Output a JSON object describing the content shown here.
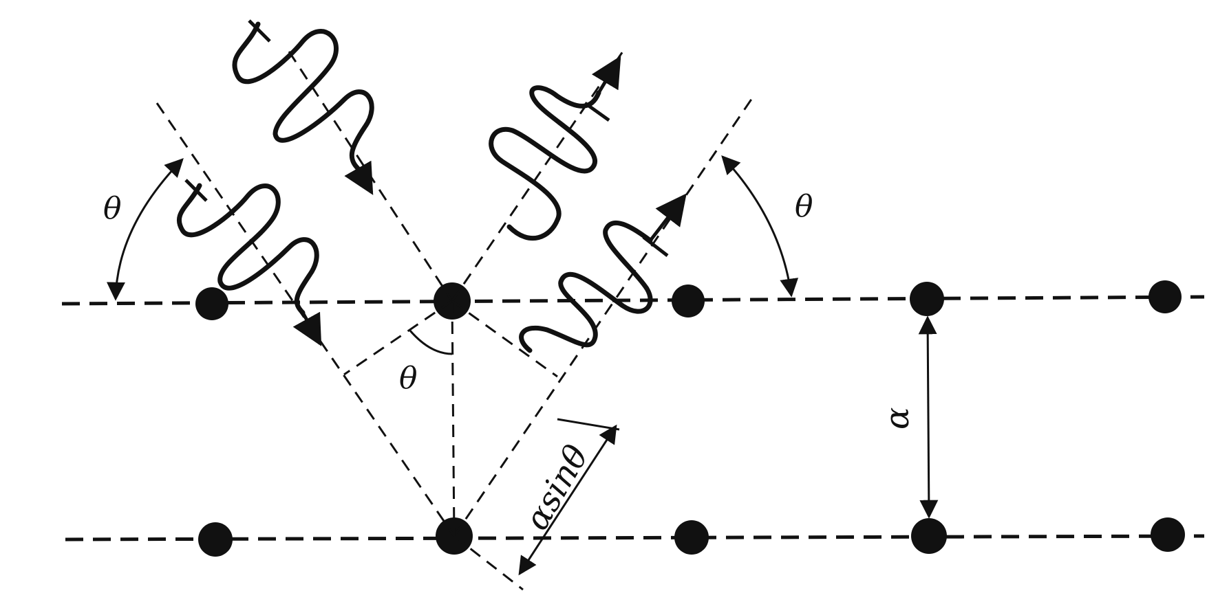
{
  "diagram": {
    "labels": {
      "theta_left": "θ",
      "theta_right": "θ",
      "theta_center": "θ",
      "path_difference": "αsinθ",
      "spacing": "α"
    },
    "colors": {
      "ink": "#111111",
      "background": "#ffffff"
    }
  }
}
